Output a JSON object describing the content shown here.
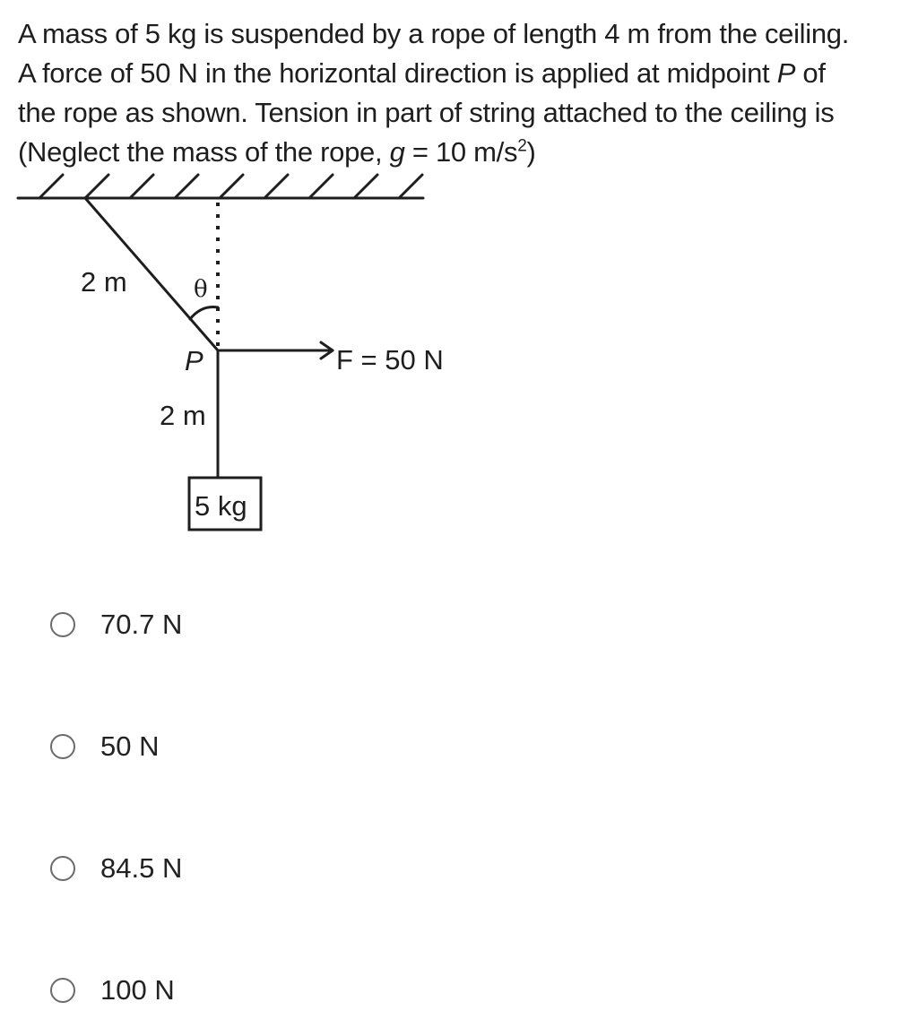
{
  "question": {
    "line1": "A mass of 5 kg is suspended by a rope of length 4 m from the ceiling.",
    "line2_pre": "A force of 50 N in the horizontal direction is applied at midpoint ",
    "line2_var": "P",
    "line2_post": " of",
    "line3": "the rope as shown. Tension in part of string attached to the ceiling is",
    "line4_pre": "(Neglect the mass of the rope, ",
    "line4_var": "g",
    "line4_mid": " = 10 m/s",
    "line4_sup": "2",
    "line4_post": ")"
  },
  "diagram": {
    "upper_rope_length": "2 m",
    "lower_rope_length": "2 m",
    "angle_label": "θ",
    "point_label": "P",
    "force_label": "F = 50 N",
    "mass_label": "5 kg",
    "line_color": "#1e1e1e"
  },
  "options": [
    {
      "label": "70.7 N",
      "selected": false
    },
    {
      "label": "50 N",
      "selected": false
    },
    {
      "label": "84.5 N",
      "selected": false
    },
    {
      "label": "100 N",
      "selected": false
    }
  ]
}
